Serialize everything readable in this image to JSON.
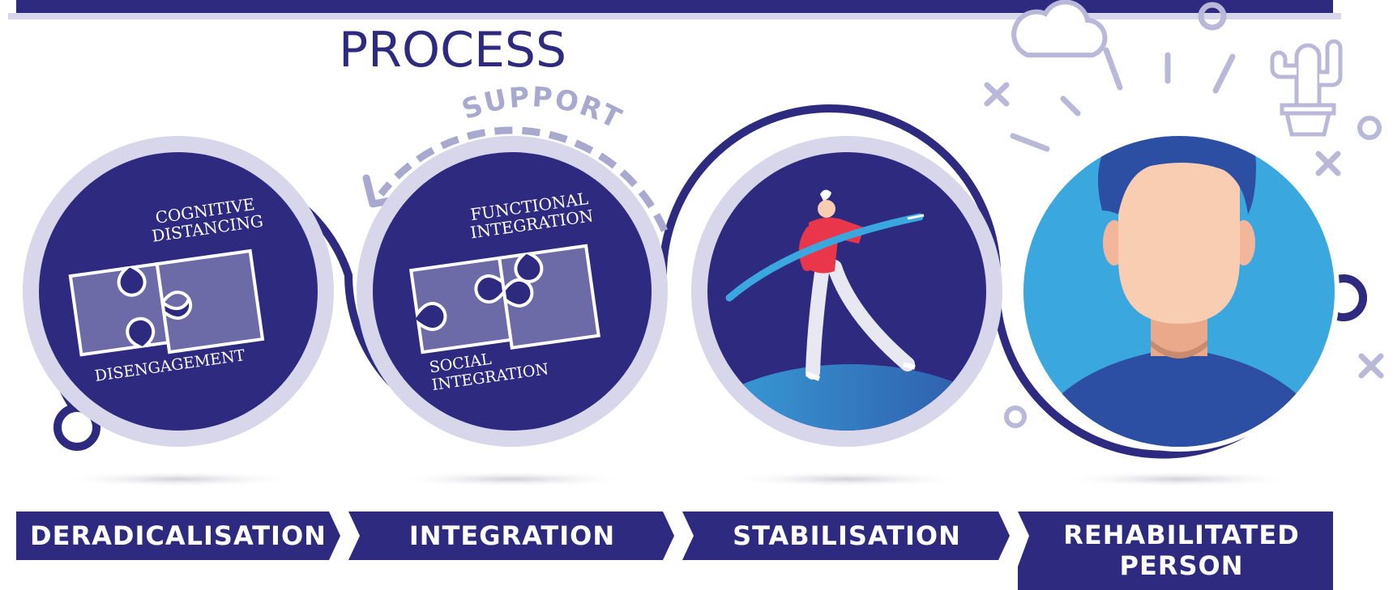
{
  "title": "PROCESS",
  "support_label": "SUPPORT",
  "colors": {
    "navy": "#2d2a7f",
    "lavender": "#d7d6ea",
    "puzzle": "#6d6aa8",
    "sky": "#3aa7de",
    "deco": "#b9b8d8",
    "skin": "#f9cdb2",
    "red": "#e9364a"
  },
  "circles": {
    "deradicalisation": {
      "top_label": [
        "COGNITIVE",
        "DISTANCING"
      ],
      "bottom_label": "DISENGAGEMENT"
    },
    "integration": {
      "top_label": [
        "FUNCTIONAL",
        "INTEGRATION"
      ],
      "bottom_label": [
        "SOCIAL",
        "INTEGRATION"
      ]
    }
  },
  "steps": [
    {
      "label": "DERADICALISATION"
    },
    {
      "label": "INTEGRATION"
    },
    {
      "label": "STABILISATION"
    },
    {
      "label": [
        "REHABILITATED",
        "PERSON"
      ]
    }
  ],
  "icons": [
    "cloud-icon",
    "cactus-icon",
    "cross-icon",
    "ring-icon",
    "javelin-person-icon",
    "person-avatar-icon",
    "puzzle-icon",
    "arrow-icon"
  ]
}
